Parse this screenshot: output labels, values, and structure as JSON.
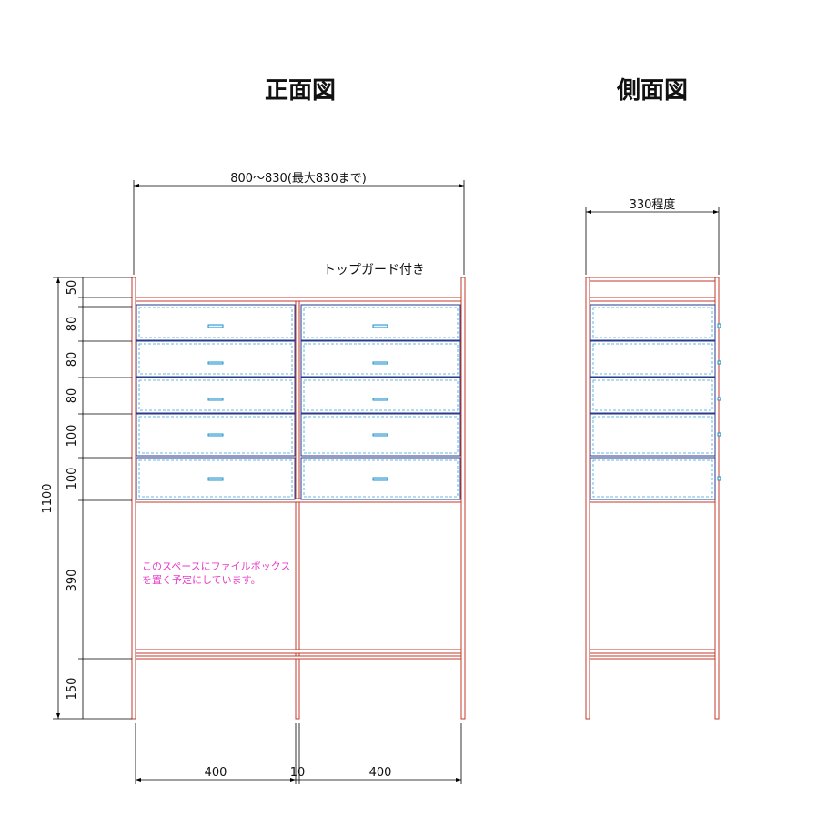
{
  "titles": {
    "front": "正面図",
    "side": "側面図"
  },
  "dimensions": {
    "overall_width": "800～830(最大830まで)",
    "side_depth": "330程度",
    "total_height": "1100",
    "rows": [
      "50",
      "80",
      "80",
      "80",
      "100",
      "100",
      "390",
      "150"
    ],
    "bottom_left": "400",
    "bottom_gap": "10",
    "bottom_right": "400"
  },
  "labels": {
    "top_guard": "トップガード付き",
    "note_line1": "このスペースにファイルボックス",
    "note_line2": "を置く予定にしています。"
  },
  "colors": {
    "frame": "#c0392b",
    "drawer_edge": "#2a3a8c",
    "drawer_dash": "#3aa3d8",
    "handle": "#1a8fc8",
    "note": "#e83ac9"
  }
}
